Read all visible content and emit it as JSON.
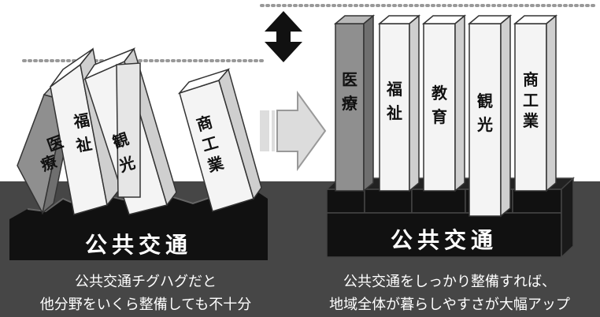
{
  "left_base_label": "公共交通",
  "right_base_label": "公共交通",
  "left_pillars": [
    "医療",
    "福祉",
    "観光",
    "商工業"
  ],
  "right_pillars": [
    "医療",
    "福祉",
    "教育",
    "観光",
    "商工業"
  ],
  "caption_left": [
    "公共交通チグハグだと",
    "他分野をいくら整備しても不十分"
  ],
  "caption_right": [
    "公共交通をしっかり整備すれば、",
    "地域全体が暮らしやすさが大幅アップ"
  ],
  "colors": {
    "background": "#ffffff",
    "panel": "#464646",
    "base_dark": "#111111",
    "pillar_light": "#f4f4f4",
    "pillar_gray": "#8f8f8f",
    "label_white": "#ffffff"
  }
}
